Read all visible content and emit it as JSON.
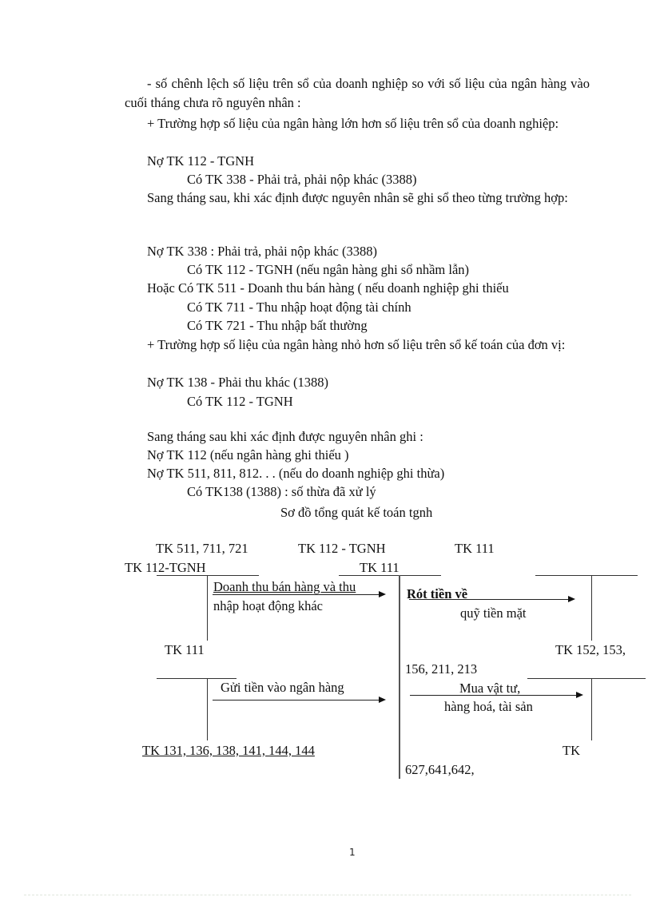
{
  "document": {
    "paragraphs": [
      "- số chênh lệch số liệu trên sổ của doanh nghiệp so với số liệu của ngân hàng vào cuối tháng chưa rõ nguyên nhân :",
      "+ Trường hợp số liệu của ngân hàng lớn hơn số liệu trên sổ của doanh nghiệp:"
    ],
    "lines_a": [
      "Nợ TK 112 - TGNH",
      "Có TK 338 - Phải trả, phải nộp khác (3388)"
    ],
    "paragraph_next_month": "Sang tháng sau, khi xác định được nguyên nhân sẽ ghi sổ theo từng trường hợp:",
    "lines_b": [
      "Nợ TK 338 : Phải trả, phải nộp khác (3388)",
      "Có TK 112 - TGNH (nếu ngân hàng ghi sổ nhầm lẫn)",
      "Hoặc Có TK 511 - Doanh thu bán hàng ( nếu doanh nghiệp ghi thiếu",
      "Có TK 711 - Thu nhập hoạt động tài chính",
      "Có TK 721 - Thu nhập bất thường"
    ],
    "paragraph_case2": "+ Trường hợp số liệu của ngân hàng nhỏ hơn số liệu trên sổ kế toán của đơn vị:",
    "lines_c": [
      "Nợ TK 138 - Phải thu khác (1388)",
      "Có TK 112 - TGNH"
    ],
    "lines_d": [
      "Sang tháng sau khi xác định được nguyên nhân ghi :",
      "Nợ TK 112 (nếu ngân hàng ghi thiếu )",
      "Nợ TK 511, 811, 812. . . (nếu do doanh nghiệp ghi thừa)",
      "Có TK138 (1388) : số thừa đã xử lý"
    ],
    "diagram_title": "Sơ đồ tổng quát kế toán tgnh"
  },
  "diagram": {
    "header_row": [
      "TK 511, 711, 721",
      "TK 112 - TGNH",
      "TK 111"
    ],
    "account_labels": {
      "left_top": "TK 112-TGNH",
      "middle_top": "TK 111",
      "left_mid": "TK 111",
      "right_mid_1": "TK 152, 153,",
      "right_mid_2": "156, 211, 213",
      "left_bottom": "TK 131, 136, 138, 141, 144, 144",
      "right_bottom_1": "TK",
      "right_bottom_2": "627,641,642,"
    },
    "flows": [
      {
        "label_1": "Doanh thu bán hàng và thu",
        "label_2": "nhập hoạt động khác"
      },
      {
        "label_1": "Rót tiền về",
        "label_2": "quỹ tiền mặt"
      },
      {
        "label_1": "Gửi tiền vào ngân hàng"
      },
      {
        "label_1": "Mua vật tư,",
        "label_2": "hàng hoá, tài sản"
      }
    ]
  },
  "footer": {
    "page_number": "1"
  }
}
